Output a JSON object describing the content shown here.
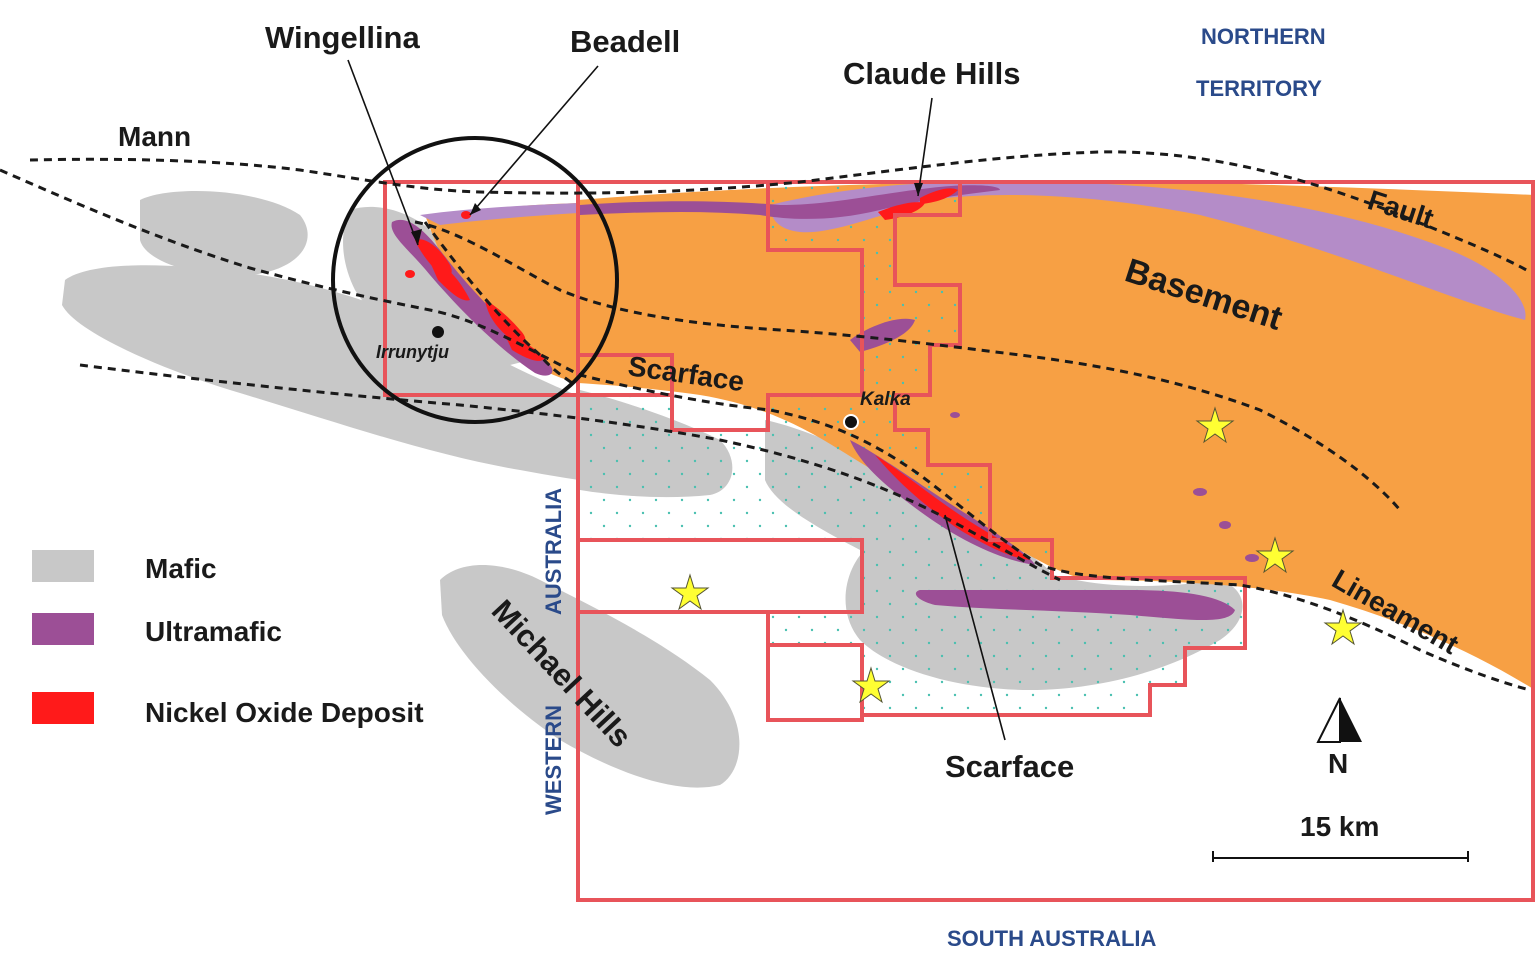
{
  "colors": {
    "mafic": "#c8c8c8",
    "ultramafic": "#9c4f96",
    "ultramafic_light": "#b48cc8",
    "nickel": "#ff1a1a",
    "basement": "#f7a044",
    "tenement_border": "#e8545a",
    "state_border": "#34c8c8",
    "dots": "#4ac0b0",
    "star": "#ffff33",
    "state_text": "#2a4a8a"
  },
  "labels": {
    "wingellina": "Wingellina",
    "beadell": "Beadell",
    "claude_hills": "Claude Hills",
    "mann": "Mann",
    "fault": "Fault",
    "basement": "Basement",
    "scarface_upper": "Scarface",
    "scarface_lower": "Scarface",
    "lineament": "Lineament",
    "michael_hills": "Michael Hills",
    "irrunytju": "Irrunytju",
    "kalka": "Kalka"
  },
  "states": {
    "northern_territory_line1": "NORTHERN",
    "northern_territory_line2": "TERRITORY",
    "western_australia_line1": "WESTERN",
    "western_australia_line2": "AUSTRALIA",
    "south_australia": "SOUTH AUSTRALIA"
  },
  "legend": {
    "items": [
      {
        "label": "Mafic",
        "color": "#c8c8c8"
      },
      {
        "label": "Ultramafic",
        "color": "#9c4f96"
      },
      {
        "label": "Nickel Oxide Deposit",
        "color": "#ff1a1a"
      }
    ]
  },
  "north_arrow": {
    "label": "N"
  },
  "scale_bar": {
    "label": "15 km"
  }
}
